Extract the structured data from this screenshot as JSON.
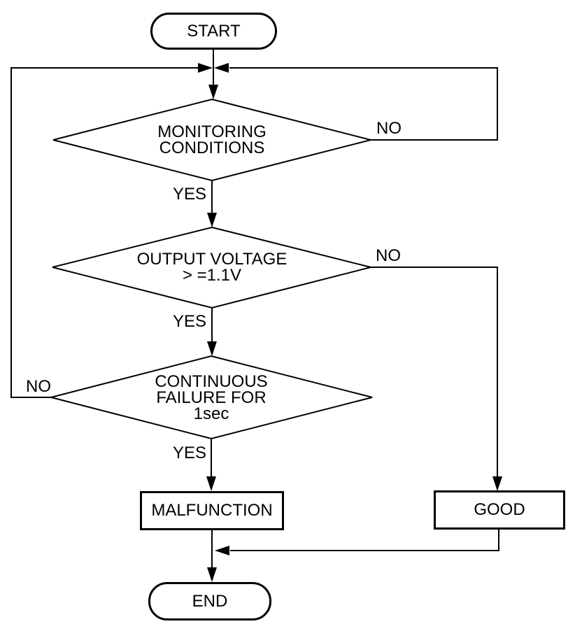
{
  "diagram": {
    "type": "flowchart",
    "colors": {
      "background": "#ffffff",
      "line": "#000000",
      "text": "#000000"
    },
    "nodes": {
      "start": {
        "shape": "terminator",
        "label": "START"
      },
      "monitoring": {
        "shape": "decision",
        "lines": [
          "MONITORING",
          "CONDITIONS"
        ]
      },
      "voltage": {
        "shape": "decision",
        "lines": [
          "OUTPUT VOLTAGE",
          "> =1.1V"
        ]
      },
      "continuous": {
        "shape": "decision",
        "lines": [
          "CONTINUOUS",
          "FAILURE FOR",
          "1sec"
        ]
      },
      "malfunction": {
        "shape": "process",
        "label": "MALFUNCTION"
      },
      "good": {
        "shape": "process",
        "label": "GOOD"
      },
      "end": {
        "shape": "terminator",
        "label": "END"
      }
    },
    "edges": [
      {
        "from": "start",
        "to": "monitoring",
        "label": ""
      },
      {
        "from": "monitoring",
        "to": "voltage",
        "label": "YES"
      },
      {
        "from": "monitoring",
        "to": "top-junction",
        "label": "NO"
      },
      {
        "from": "voltage",
        "to": "continuous",
        "label": "YES"
      },
      {
        "from": "voltage",
        "to": "good",
        "label": "NO"
      },
      {
        "from": "continuous",
        "to": "malfunction",
        "label": "YES"
      },
      {
        "from": "continuous",
        "to": "top-junction",
        "label": "NO"
      },
      {
        "from": "malfunction",
        "to": "end",
        "label": ""
      },
      {
        "from": "good",
        "to": "end",
        "label": ""
      }
    ]
  }
}
